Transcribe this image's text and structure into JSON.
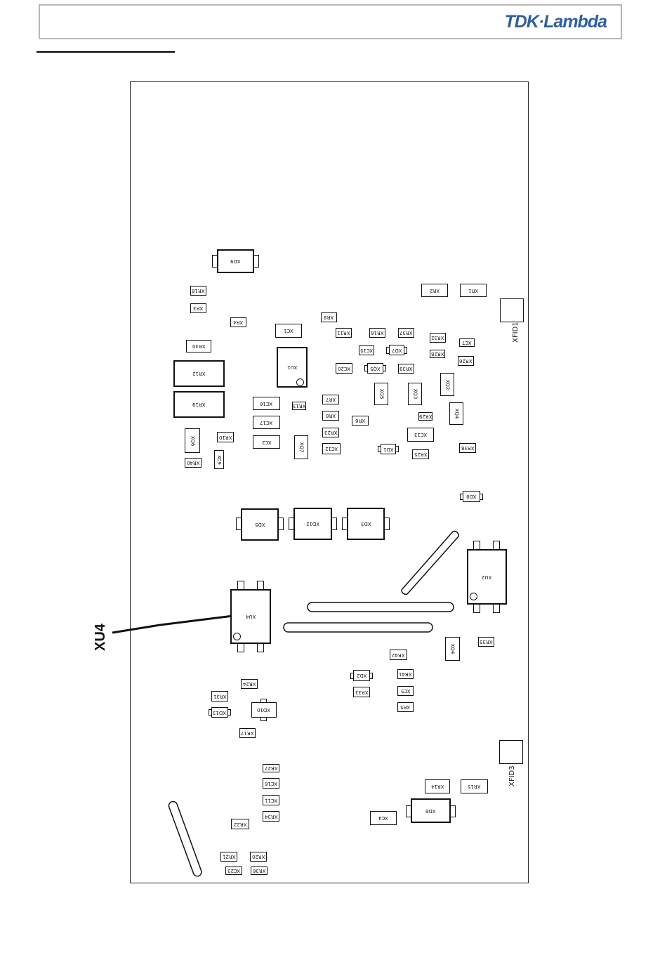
{
  "header": {
    "logo_text": "TDK·Lambda",
    "logo_color": "#2c5fa8"
  },
  "callout": {
    "label": "XU4"
  },
  "fiducials": [
    {
      "name": "fiducial-xfid1",
      "label": "XFID1"
    },
    {
      "name": "fiducial-xfid3",
      "label": "XFID3"
    }
  ],
  "components": [
    "XD9",
    "XR18",
    "XR3",
    "XR4",
    "XR30",
    "XR12",
    "XR19",
    "XC1",
    "XR9",
    "XR11",
    "XR16",
    "XR37",
    "XR2",
    "XR1",
    "XR32",
    "XC7",
    "XC15",
    "XD7",
    "XR28",
    "XR26",
    "XU1",
    "XC20",
    "XQ5",
    "XR39",
    "XQ2",
    "XQ5",
    "XQ3",
    "XC16",
    "XR13",
    "XR7",
    "XR8",
    "XR6",
    "XR29",
    "XQ4",
    "XQ6",
    "XR10",
    "XC17",
    "XC2",
    "XQ7",
    "XR23",
    "XC13",
    "XR40",
    "XC9",
    "XC12",
    "XD1",
    "XR25",
    "XR38",
    "XD8",
    "XD5",
    "XD12",
    "XD3",
    "XU2",
    "XU4",
    "XQ4",
    "XR35",
    "XR42",
    "XD2",
    "XR41",
    "XR33",
    "XC5",
    "XR5",
    "XR24",
    "XR31",
    "XD10",
    "XD13",
    "XR17",
    "XR27",
    "XC16",
    "XC11",
    "XR34",
    "XR22",
    "XR14",
    "XR15",
    "XC4",
    "XD6",
    "XR21",
    "XR20",
    "XC23",
    "XR36"
  ]
}
